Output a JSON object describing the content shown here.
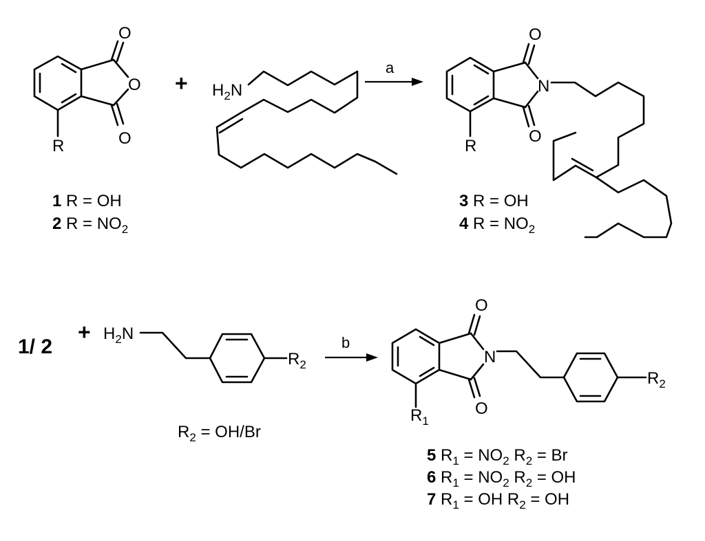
{
  "atoms": {
    "O": "O",
    "N": "N",
    "R": "R",
    "H": "H",
    "sub_2": "2",
    "R1_letter": "R",
    "R1_sub": "1",
    "R2_letter": "R",
    "R2_sub": "2"
  },
  "reaction1": {
    "plus": "+",
    "condition": "a",
    "labels": [
      {
        "num": "1",
        "text": " R = OH",
        "sub": "",
        "tail": ""
      },
      {
        "num": "2",
        "text": " R = NO",
        "sub": "2",
        "tail": ""
      },
      {
        "num": "3",
        "text": " R = OH",
        "sub": "",
        "tail": ""
      },
      {
        "num": "4",
        "text": " R = NO",
        "sub": "2",
        "tail": ""
      }
    ]
  },
  "reaction2": {
    "start": "1/ 2",
    "plus": "+",
    "condition": "b",
    "r2_definition": {
      "eq": " = OH/Br"
    },
    "labels": [
      {
        "num": "5",
        "r1": "NO",
        "r1sub": "2",
        "r2": "Br"
      },
      {
        "num": "6",
        "r1": "NO",
        "r1sub": "2",
        "r2": "OH"
      },
      {
        "num": "7",
        "r1": "OH",
        "r1sub": "",
        "r2": "OH"
      }
    ],
    "eq": " = "
  }
}
